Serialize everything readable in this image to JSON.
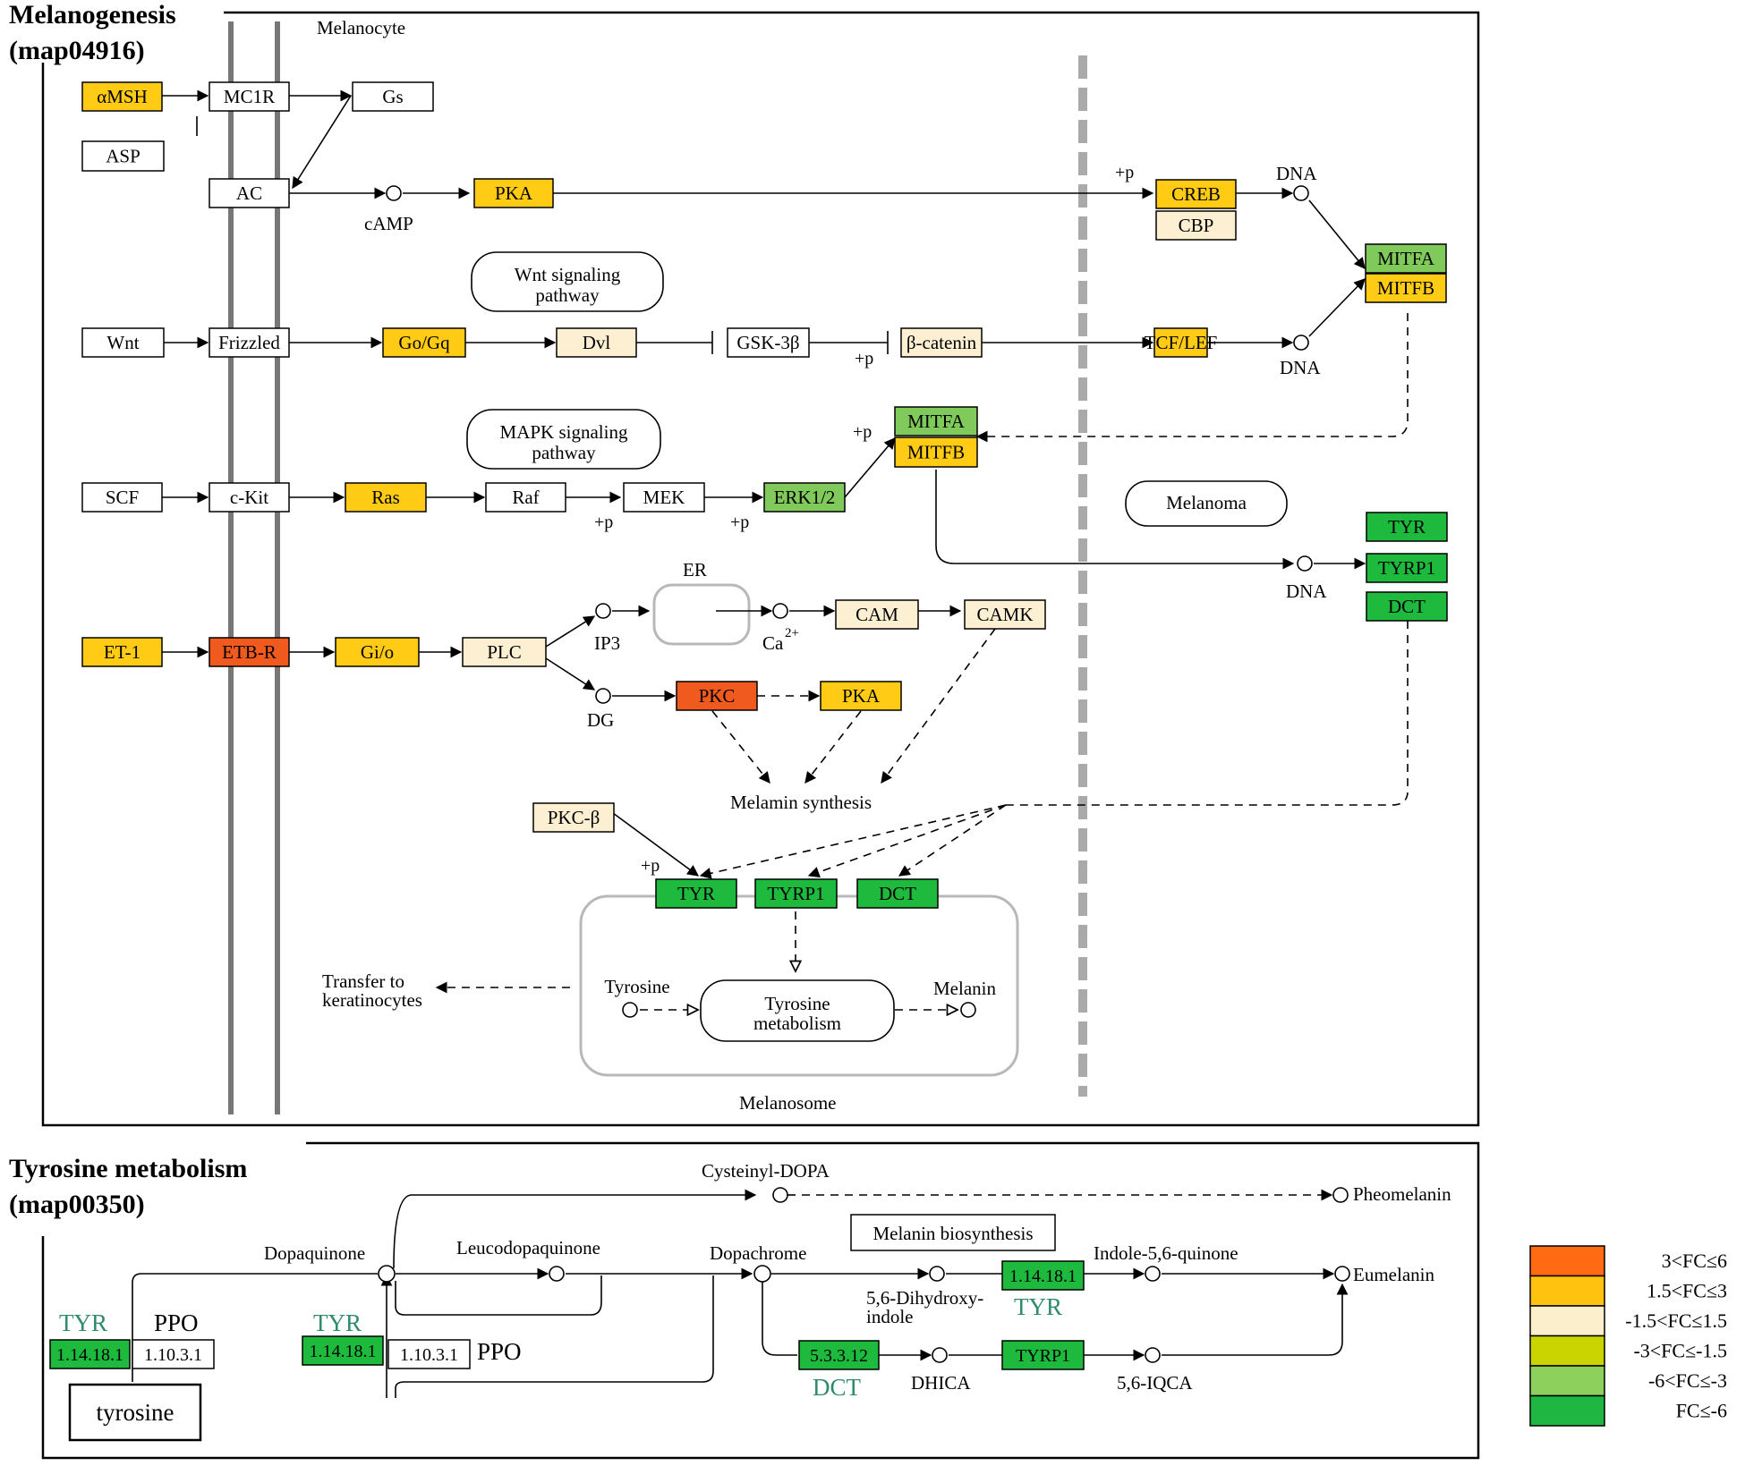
{
  "melanogenesis": {
    "title": "Melanogenesis",
    "map_id": "(map04916)",
    "melanocyte_label": "Melanocyte",
    "wnt_pathway_label": [
      "Wnt signaling",
      "pathway"
    ],
    "mapk_pathway_label": [
      "MAPK signaling",
      "pathway"
    ],
    "melanoma_label": "Melanoma",
    "er_label": "ER",
    "melanosome_label": "Melanosome",
    "melanin_synthesis_label": "Melamin synthesis",
    "transfer_label": [
      "Transfer to",
      "keratinocytes"
    ],
    "tyrosine_metabolism_label": [
      "Tyrosine",
      "metabolism"
    ],
    "tyrosine_label": "Tyrosine",
    "melanin_label": "Melanin",
    "genes": {
      "amsh": "αMSH",
      "asp": "ASP",
      "mc1r": "MC1R",
      "gs": "Gs",
      "ac": "AC",
      "pka_top": "PKA",
      "creb": "CREB",
      "cbp": "CBP",
      "mitfa_top": "MITFA",
      "mitfb_top": "MITFB",
      "wnt": "Wnt",
      "frizzled": "Frizzled",
      "gogq": "Go/Gq",
      "dvl": "Dvl",
      "gsk3b": "GSK-3β",
      "bcatenin": "β-catenin",
      "tcflef": "TCF/LEF",
      "mitfa_mid": "MITFA",
      "mitfb_mid": "MITFB",
      "scf": "SCF",
      "ckit": "c-Kit",
      "ras": "Ras",
      "raf": "Raf",
      "mek": "MEK",
      "erk": "ERK1/2",
      "tyr_right": "TYR",
      "tyrp1_right": "TYRP1",
      "dct_right": "DCT",
      "et1": "ET-1",
      "etbr": "ETB-R",
      "gio": "Gi/o",
      "plc": "PLC",
      "cam": "CAM",
      "camk": "CAMK",
      "pkc": "PKC",
      "pka_low": "PKA",
      "pkcb": "PKC-β",
      "tyr_mel": "TYR",
      "tyrp1_mel": "TYRP1",
      "dct_mel": "DCT"
    },
    "compounds": {
      "camp": "cAMP",
      "dna1": "DNA",
      "dna2": "DNA",
      "dna3": "DNA",
      "ip3": "IP3",
      "ca": "Ca",
      "ca_sup": "2+",
      "dg": "DG"
    },
    "phospho": "+p"
  },
  "tyrosine_metabolism": {
    "title": "Tyrosine metabolism",
    "map_id": "(map00350)",
    "cysteinyl_dopa": "Cysteinyl-DOPA",
    "pheomelanin": "Pheomelanin",
    "melanin_biosynthesis": "Melanin biosynthesis",
    "dopaquinone": "Dopaquinone",
    "leucodopaquinone": "Leucodopaquinone",
    "dopachrome": "Dopachrome",
    "indole_quinone": "Indole-5,6-quinone",
    "eumelanin": "Eumelanin",
    "dhi": [
      "5,6-Dihydroxy-",
      "indole"
    ],
    "dhica": "DHICA",
    "iqca": "5,6-IQCA",
    "tyrosine": "tyrosine",
    "tyr_label": "TYR",
    "ppo_label": "PPO",
    "dct_label": "DCT",
    "ec_tyr": "1.14.18.1",
    "ec_ppo": "1.10.3.1",
    "ec_dct": "5.3.3.12",
    "tyrp1": "TYRP1"
  },
  "legend": {
    "items": [
      {
        "label": "3<FC≤6",
        "color": "#ff6a13"
      },
      {
        "label": "1.5<FC≤3",
        "color": "#ffc20e"
      },
      {
        "label": "-1.5<FC≤1.5",
        "color": "#fcefcb"
      },
      {
        "label": "-3<FC≤-1.5",
        "color": "#c9d400"
      },
      {
        "label": "-6<FC≤-3",
        "color": "#8dd15c"
      },
      {
        "label": "FC≤-6",
        "color": "#1fb741"
      }
    ]
  },
  "colors": {
    "up_high": "#f05a1e",
    "up": "#ffcb14",
    "neutral": "#fdf0d2",
    "down_strong": "#1dba3e",
    "down_mid": "#7fca5a",
    "none": "#ffffff",
    "enzyme_label": "#2e8b6e"
  }
}
